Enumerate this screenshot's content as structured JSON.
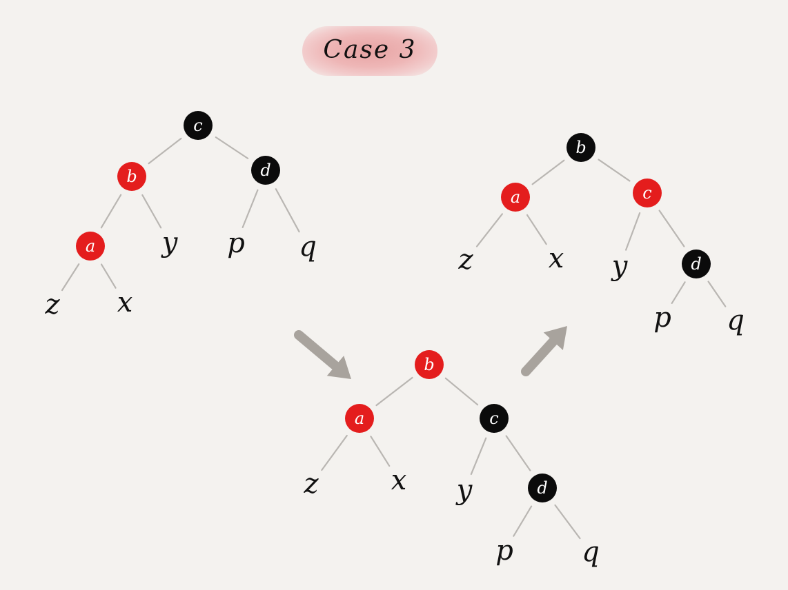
{
  "title": "Case 3",
  "colors": {
    "red": "#e41d1d",
    "black": "#0b0b0b",
    "edge": "#b9b6b2",
    "arrow": "#a8a39d"
  },
  "trees": [
    {
      "id": "before",
      "nodes": [
        {
          "id": "c",
          "label": "c",
          "color": "black"
        },
        {
          "id": "b",
          "label": "b",
          "color": "red"
        },
        {
          "id": "d",
          "label": "d",
          "color": "black"
        },
        {
          "id": "a",
          "label": "a",
          "color": "red"
        },
        {
          "id": "y",
          "label": "y",
          "color": "leaf"
        },
        {
          "id": "p",
          "label": "p",
          "color": "leaf"
        },
        {
          "id": "q",
          "label": "q",
          "color": "leaf"
        },
        {
          "id": "z",
          "label": "z",
          "color": "leaf"
        },
        {
          "id": "x",
          "label": "x",
          "color": "leaf"
        }
      ],
      "edges": [
        [
          "c",
          "b"
        ],
        [
          "c",
          "d"
        ],
        [
          "b",
          "a"
        ],
        [
          "b",
          "y"
        ],
        [
          "d",
          "p"
        ],
        [
          "d",
          "q"
        ],
        [
          "a",
          "z"
        ],
        [
          "a",
          "x"
        ]
      ]
    },
    {
      "id": "middle",
      "nodes": [
        {
          "id": "b",
          "label": "b",
          "color": "red"
        },
        {
          "id": "a",
          "label": "a",
          "color": "red"
        },
        {
          "id": "c",
          "label": "c",
          "color": "black"
        },
        {
          "id": "z",
          "label": "z",
          "color": "leaf"
        },
        {
          "id": "x",
          "label": "x",
          "color": "leaf"
        },
        {
          "id": "y",
          "label": "y",
          "color": "leaf"
        },
        {
          "id": "d",
          "label": "d",
          "color": "black"
        },
        {
          "id": "p",
          "label": "p",
          "color": "leaf"
        },
        {
          "id": "q",
          "label": "q",
          "color": "leaf"
        }
      ],
      "edges": [
        [
          "b",
          "a"
        ],
        [
          "b",
          "c"
        ],
        [
          "a",
          "z"
        ],
        [
          "a",
          "x"
        ],
        [
          "c",
          "y"
        ],
        [
          "c",
          "d"
        ],
        [
          "d",
          "p"
        ],
        [
          "d",
          "q"
        ]
      ]
    },
    {
      "id": "after",
      "nodes": [
        {
          "id": "b",
          "label": "b",
          "color": "black"
        },
        {
          "id": "a",
          "label": "a",
          "color": "red"
        },
        {
          "id": "c",
          "label": "c",
          "color": "red"
        },
        {
          "id": "z",
          "label": "z",
          "color": "leaf"
        },
        {
          "id": "x",
          "label": "x",
          "color": "leaf"
        },
        {
          "id": "y",
          "label": "y",
          "color": "leaf"
        },
        {
          "id": "d",
          "label": "d",
          "color": "black"
        },
        {
          "id": "p",
          "label": "p",
          "color": "leaf"
        },
        {
          "id": "q",
          "label": "q",
          "color": "leaf"
        }
      ],
      "edges": [
        [
          "b",
          "a"
        ],
        [
          "b",
          "c"
        ],
        [
          "a",
          "z"
        ],
        [
          "a",
          "x"
        ],
        [
          "c",
          "y"
        ],
        [
          "c",
          "d"
        ],
        [
          "d",
          "p"
        ],
        [
          "d",
          "q"
        ]
      ]
    }
  ]
}
